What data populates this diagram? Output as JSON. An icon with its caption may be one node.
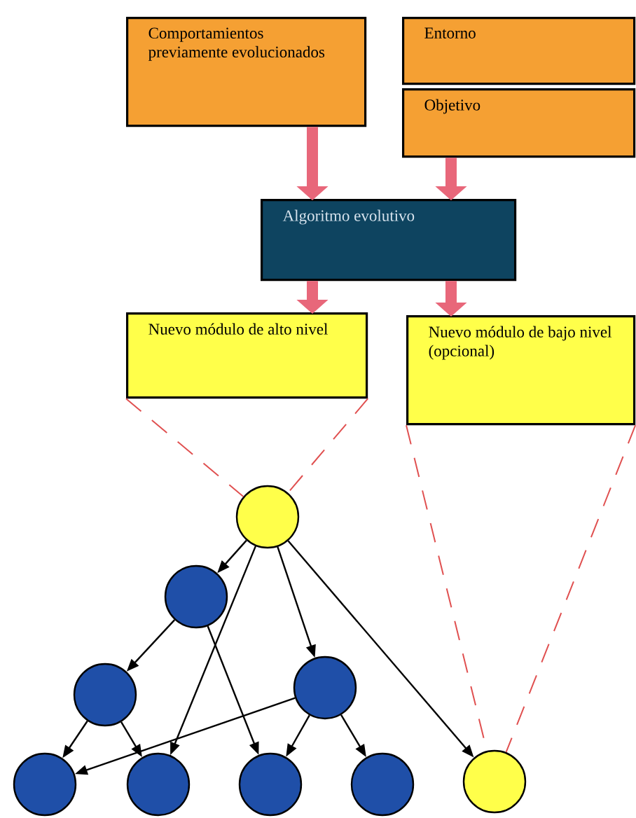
{
  "diagram": {
    "nodes": [
      {
        "text": [
          "Comportamientos previamente evolucionados"
        ]
      },
      {
        "text": [
          "Entorno"
        ]
      },
      {
        "text": [
          "Objetivo"
        ]
      },
      {
        "text": [
          "Algoritmo evolutivo"
        ]
      },
      {
        "text": [
          "Nuevo módulo de alto nivel"
        ]
      },
      {
        "text": [
          "Nuevo módulo de bajo nivel (opcional)"
        ]
      },
      {
        "text": [],
        "shape": "circle"
      },
      {
        "text": [],
        "shape": "circle"
      },
      {
        "text": [],
        "shape": "circle"
      },
      {
        "text": [],
        "shape": "circle"
      },
      {
        "text": [],
        "shape": "circle"
      },
      {
        "text": [],
        "shape": "circle"
      },
      {
        "text": [],
        "shape": "circle"
      },
      {
        "text": [],
        "shape": "circle"
      },
      {
        "text": [],
        "shape": "circle"
      }
    ],
    "edges": [
      {
        "from": 0,
        "to": 3,
        "arrow": "to",
        "style": "thick",
        "color": "#e8677a"
      },
      {
        "from": 2,
        "to": 3,
        "arrow": "to",
        "style": "thick",
        "color": "#e8677a"
      },
      {
        "from": 3,
        "to": 4,
        "arrow": "to",
        "style": "thick",
        "color": "#e8677a"
      },
      {
        "from": 3,
        "to": 5,
        "arrow": "to",
        "style": "thick",
        "color": "#e8677a"
      },
      {
        "from": 4,
        "to": 6,
        "arrow": "none",
        "style": "dashed",
        "color": "#e05050"
      },
      {
        "from": 4,
        "to": 6,
        "arrow": "none",
        "style": "dashed",
        "color": "#e05050"
      },
      {
        "from": 5,
        "to": 14,
        "arrow": "none",
        "style": "dashed",
        "color": "#e05050"
      },
      {
        "from": 5,
        "to": 14,
        "arrow": "none",
        "style": "dashed",
        "color": "#e05050"
      },
      {
        "from": 6,
        "to": 7,
        "arrow": "to"
      },
      {
        "from": 6,
        "to": 11,
        "arrow": "to"
      },
      {
        "from": 6,
        "to": 9,
        "arrow": "to"
      },
      {
        "from": 6,
        "to": 14,
        "arrow": "to"
      },
      {
        "from": 7,
        "to": 8,
        "arrow": "to"
      },
      {
        "from": 7,
        "to": 12,
        "arrow": "to"
      },
      {
        "from": 8,
        "to": 10,
        "arrow": "to"
      },
      {
        "from": 8,
        "to": 11,
        "arrow": "to"
      },
      {
        "from": 9,
        "to": 10,
        "arrow": "to"
      },
      {
        "from": 9,
        "to": 12,
        "arrow": "to"
      },
      {
        "from": 9,
        "to": 13,
        "arrow": "to"
      }
    ]
  }
}
